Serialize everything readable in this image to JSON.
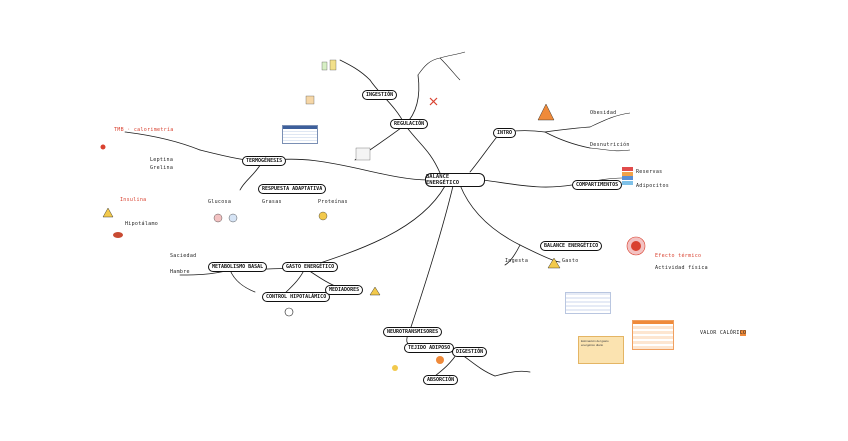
{
  "center": {
    "label": "BALANCE ENERGÉTICO"
  },
  "branches": {
    "intro": "INTRO",
    "compartimentos": "COMPARTIMENTOS",
    "balance_energetico": "BALANCE ENERGÉTICO",
    "regulacion": "REGULACIÓN",
    "ingestion": "INGESTIÓN",
    "termogenesis": "TERMOGÉNESIS",
    "respuesta_adaptativa": "RESPUESTA ADAPTATIVA",
    "gasto_energetico": "GASTO ENERGÉTICO",
    "metabolismo_basal": "METABOLISMO BASAL",
    "control_hipotalamico": "CONTROL HIPOTALÁMICO",
    "mediadores": "MEDIADORES",
    "neurotransmisores": "NEUROTRANSMISORES",
    "tejido_adiposo": "TEJIDO ADIPOSO",
    "digestion": "DIGESTIÓN",
    "absorcion": "ABSORCIÓN"
  },
  "leaf_notes": {
    "tmb_calorimetria": "TMB · calorimetría",
    "leptina": "Leptina",
    "grelina": "Grelina",
    "insulina": "Insulina",
    "hipotalamo": "Hipotálamo",
    "glucosa": "Glucosa",
    "grasas": "Grasas",
    "proteinas": "Proteínas",
    "valor_calorico": "VALOR CALÓRICO",
    "efecto_termico": "Efecto térmico",
    "actividad_fisica": "Actividad física",
    "ingesta": "Ingesta",
    "gasto": "Gasto",
    "reservas": "Reservas",
    "adipocitos": "Adipocitos",
    "saciedad": "Saciedad",
    "hambre": "Hambre",
    "obesidad": "Obesidad",
    "desnutricion": "Desnutrición"
  },
  "note_text": "Estimación del gasto energético diario",
  "colors": {
    "line": "#1a1a1a",
    "accent_red": "#d9412f",
    "accent_orange": "#ef8a3a",
    "accent_yellow": "#f2c94c",
    "accent_blue": "#3d5f9b",
    "accent_green": "#3aa55a"
  }
}
